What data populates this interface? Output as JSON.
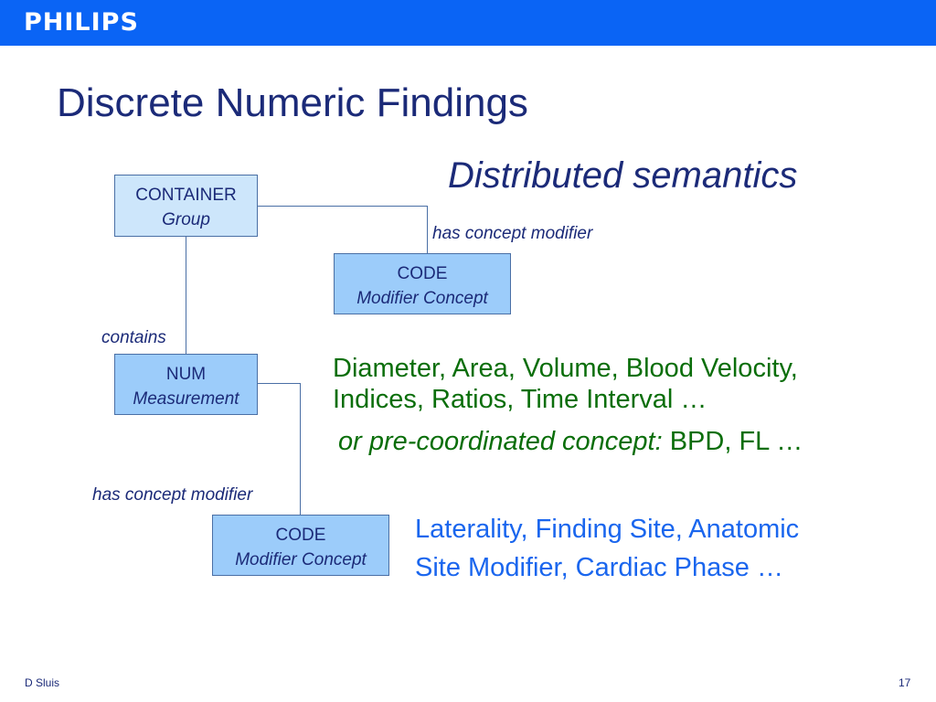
{
  "header": {
    "logo": "PHILIPS",
    "brand_color": "#0a64f5"
  },
  "title": "Discrete Numeric Findings",
  "subtitle": "Distributed semantics",
  "boxes": {
    "container": {
      "type": "CONTAINER",
      "role": "Group"
    },
    "code1": {
      "type": "CODE",
      "role": "Modifier Concept"
    },
    "num": {
      "type": "NUM",
      "role": "Measurement"
    },
    "code2": {
      "type": "CODE",
      "role": "Modifier Concept"
    }
  },
  "labels": {
    "has_modifier_1": "has concept modifier",
    "contains": "contains",
    "has_modifier_2": "has concept modifier"
  },
  "measurements": {
    "line1": "Diameter, Area, Volume, Blood Velocity,",
    "line2": "Indices, Ratios, Time Interval …",
    "precoord_label": "or pre-coordinated concept:",
    "precoord_values": "BPD, FL …"
  },
  "modifiers": {
    "line1": "Laterality, Finding Site, Anatomic",
    "line2": "Site Modifier, Cardiac Phase …"
  },
  "footer": {
    "author": "D Sluis",
    "page": "17"
  }
}
